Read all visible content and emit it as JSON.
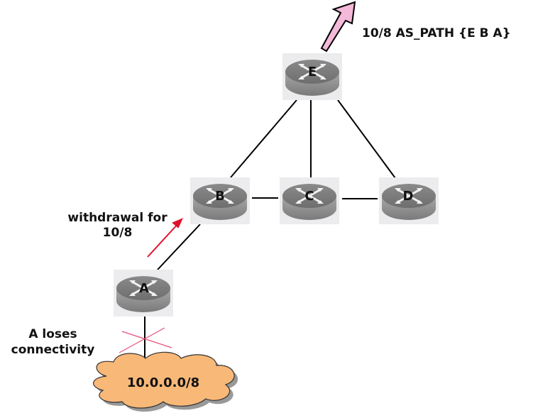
{
  "routers": [
    {
      "id": "E",
      "label": "E"
    },
    {
      "id": "B",
      "label": "B"
    },
    {
      "id": "C",
      "label": "C"
    },
    {
      "id": "D",
      "label": "D"
    },
    {
      "id": "A",
      "label": "A"
    }
  ],
  "annotations": {
    "advert": "10/8 AS_PATH {E B A}",
    "withdrawal_line1": "withdrawal for",
    "withdrawal_line2": "10/8",
    "loses_line1": "A loses",
    "loses_line2": "connectivity",
    "network": "10.0.0.0/8"
  },
  "colors": {
    "advert_arrow": "#f4b8d8",
    "withdrawal_arrow": "#e0102a",
    "cut_mark": "#e8507a",
    "cloud": "#f8b878"
  }
}
